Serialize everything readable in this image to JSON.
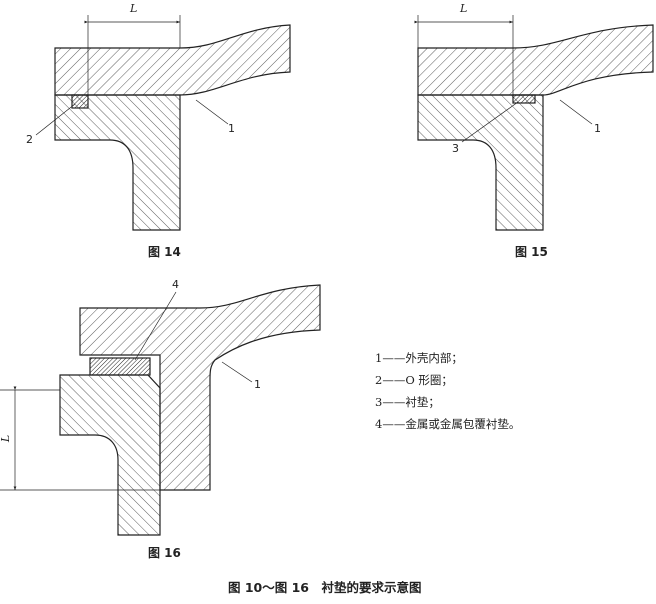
{
  "figures": [
    {
      "caption": "图 14",
      "dimension_label": "L",
      "callouts": [
        "1",
        "2"
      ]
    },
    {
      "caption": "图 15",
      "dimension_label": "L",
      "callouts": [
        "1",
        "3"
      ]
    },
    {
      "caption": "图 16",
      "dimension_label": "L",
      "callouts": [
        "1",
        "4"
      ]
    }
  ],
  "legend": [
    "1——外壳内部；",
    "2——O 形圈；",
    "3——衬垫；",
    "4——金属或金属包覆衬垫。"
  ],
  "main_caption": "图 10～图 16　衬垫的要求示意图"
}
